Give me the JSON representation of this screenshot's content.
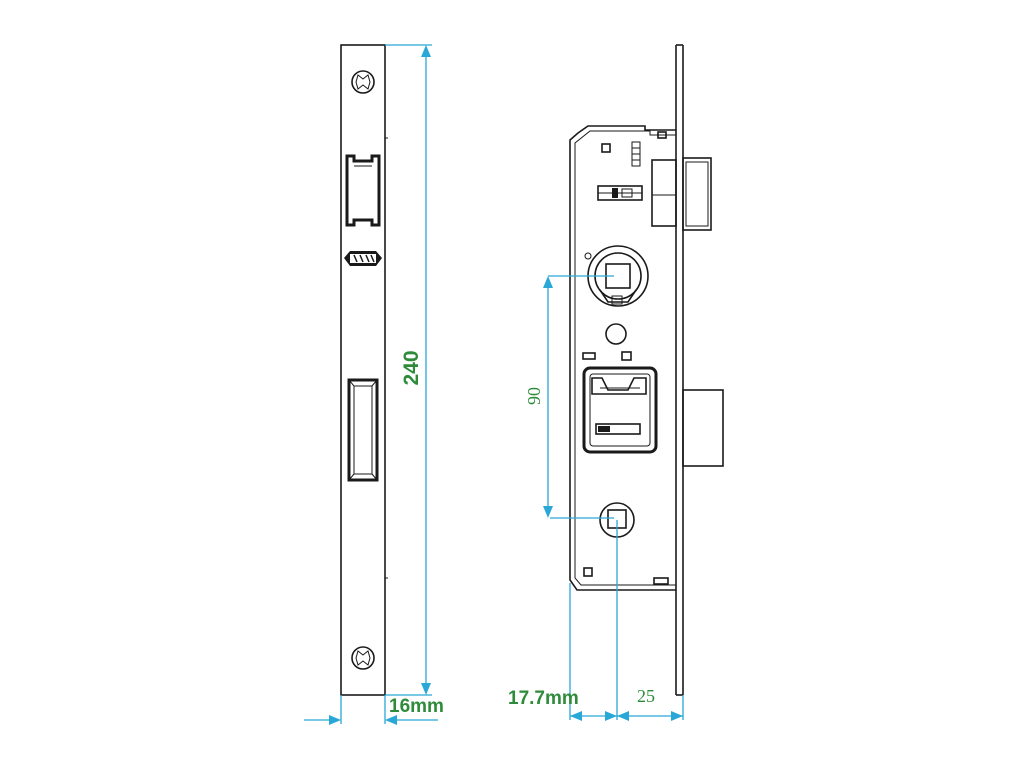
{
  "dimensions": {
    "height": "240",
    "faceplate_width": "16mm",
    "spindle_to_cylinder": "90",
    "backset": "17.7mm",
    "case_depth": "25"
  },
  "colors": {
    "line": "#1a1a1a",
    "dimension_line": "#29a8d8",
    "dimension_text": "#2e8b3a",
    "background": "#ffffff"
  }
}
